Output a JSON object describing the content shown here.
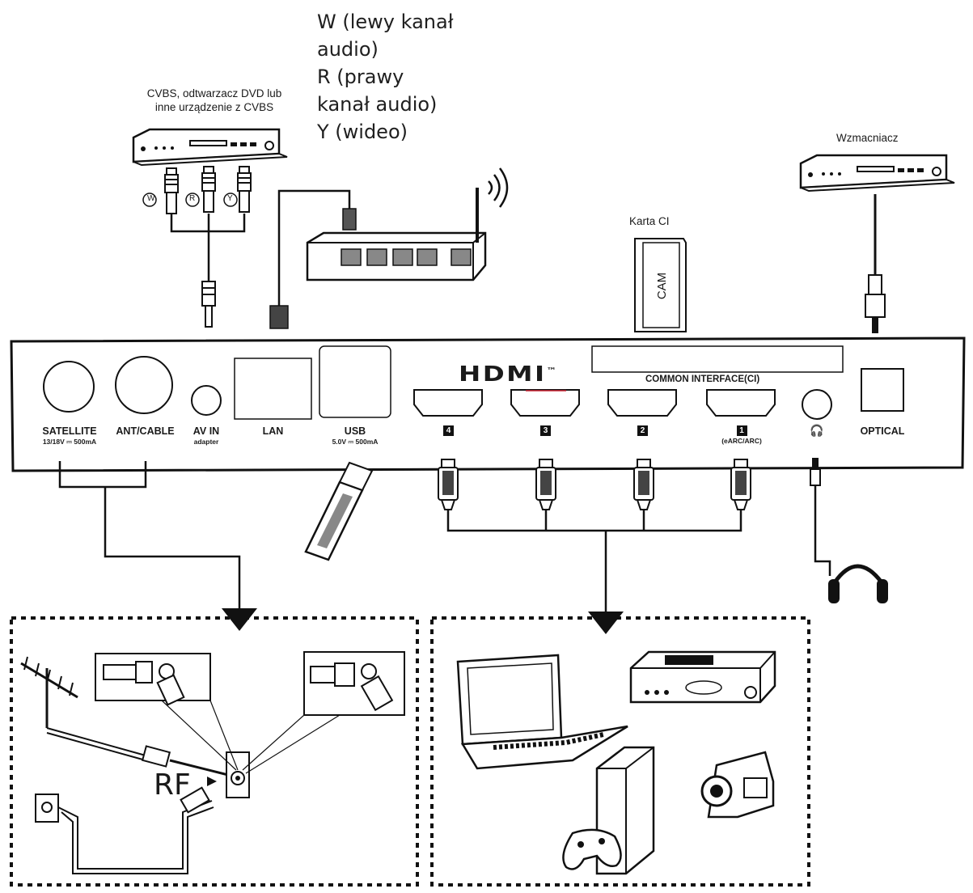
{
  "legend": {
    "w": "W (lewy kanał",
    "w2": "audio)",
    "r": "R (prawy",
    "r2": "kanał audio)",
    "y": "Y (wideo)"
  },
  "devices": {
    "cvbs_line1": "CVBS, odtwarzacz DVD lub",
    "cvbs_line2": "inne urządzenie z CVBS",
    "amplifier": "Wzmacniacz",
    "ci_card": "Karta CI",
    "cam": "CAM",
    "rca_w": "W",
    "rca_r": "R",
    "rca_y": "Y"
  },
  "panel": {
    "hdmi_logo": "HDMI",
    "hdmi_tm": "™",
    "common_interface": "COMMON INTERFACE(CI)",
    "satellite": "SATELLITE",
    "satellite_sub": "13/18V ⎓ 500mA",
    "ant_cable": "ANT/CABLE",
    "av_in": "AV IN",
    "av_in_sub": "adapter",
    "lan": "LAN",
    "usb": "USB",
    "usb_sub": "5.0V ⎓ 500mA",
    "hdmi4": "4",
    "hdmi3": "3",
    "hdmi2": "2",
    "hdmi1": "1",
    "hdmi1_sub": "(eARC/ARC)",
    "headphone_icon": "🎧",
    "optical": "OPTICAL"
  },
  "antenna_box": {
    "rf": "RF"
  }
}
